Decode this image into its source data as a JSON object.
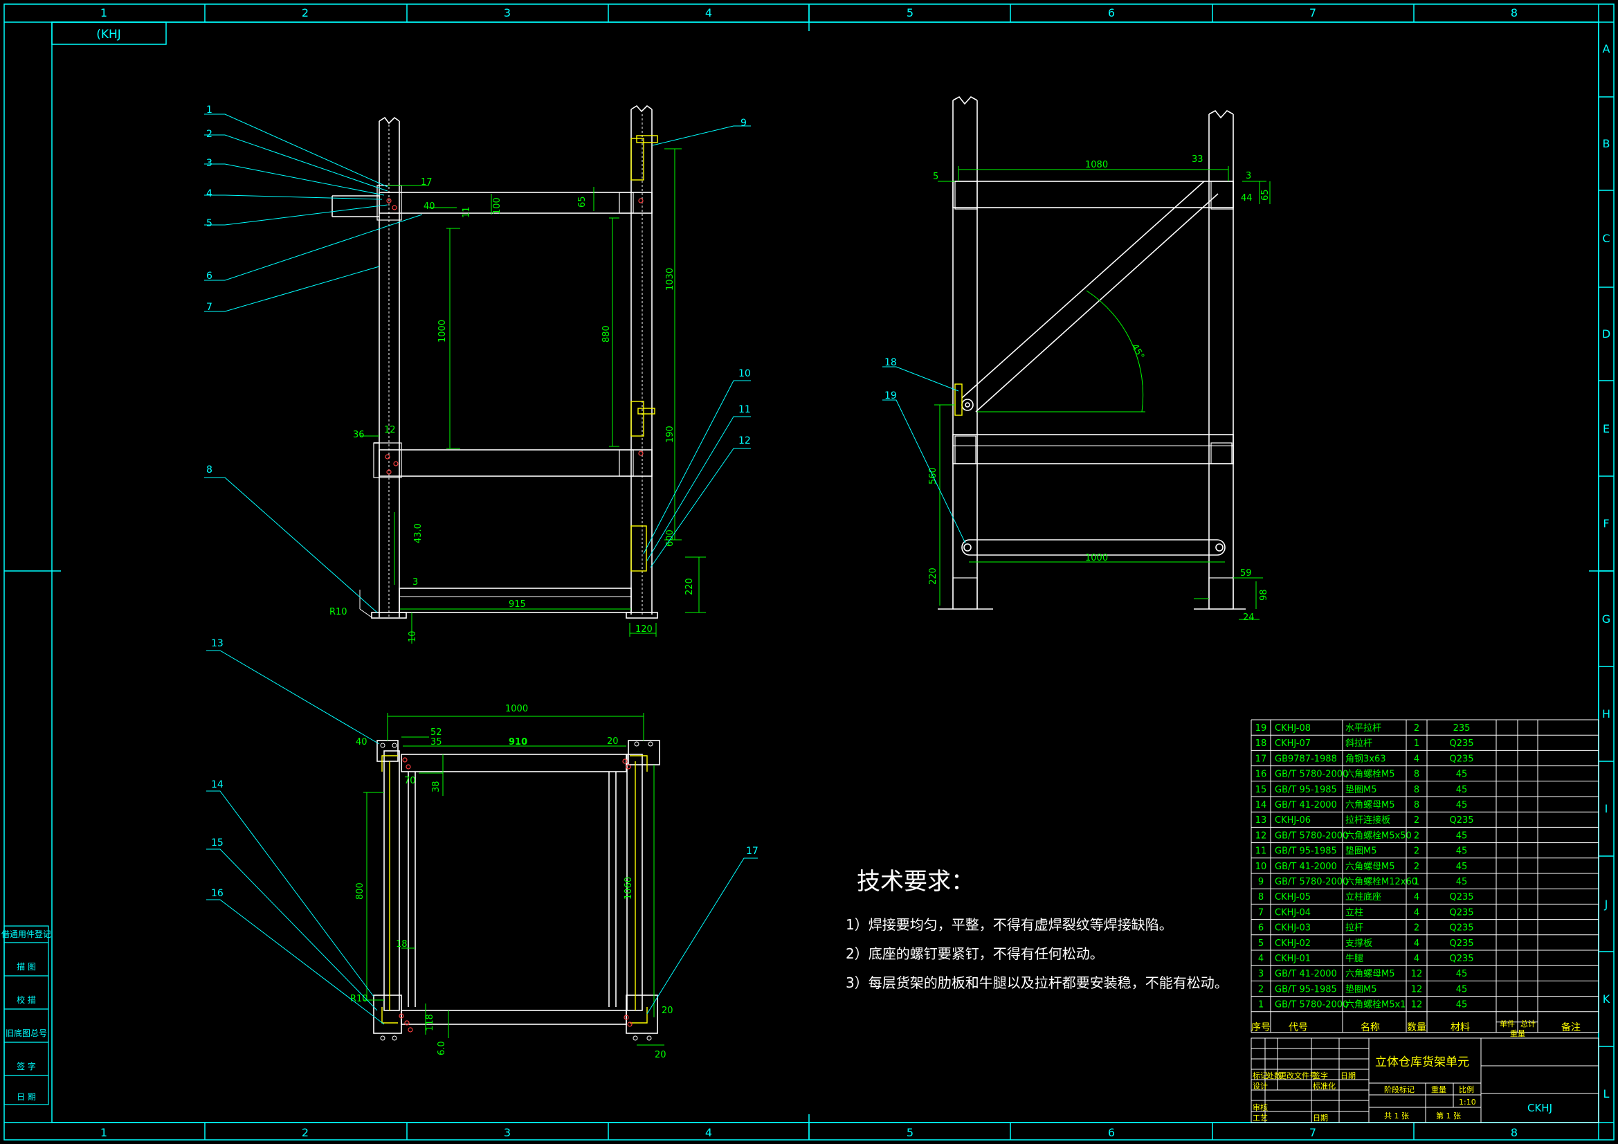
{
  "drawing": {
    "code_mirrored": "(KHJ",
    "code": "CKHJ",
    "title": "立体仓库货架单元",
    "colors": {
      "background": "#000000",
      "frame": "#00FFFF",
      "geometry": "#FFFFFF",
      "dimension": "#00FF00",
      "accent": "#FFFF00",
      "hole": "#FF4040"
    }
  },
  "grid": {
    "columns": [
      "1",
      "2",
      "3",
      "4",
      "5",
      "6",
      "7",
      "8"
    ],
    "rows": [
      "A",
      "B",
      "C",
      "D",
      "E",
      "F",
      "G",
      "H",
      "I",
      "J",
      "K",
      "L"
    ]
  },
  "leaders": {
    "front": [
      "1",
      "2",
      "3",
      "4",
      "5",
      "6",
      "7",
      "8",
      "9",
      "10",
      "11",
      "12"
    ],
    "plan": [
      "13",
      "14",
      "15",
      "16",
      "17"
    ],
    "side": [
      "18",
      "19"
    ]
  },
  "dims": {
    "front": [
      "17",
      "40",
      "11",
      "100",
      "65",
      "1030",
      "1000",
      "880",
      "190",
      "36",
      "12",
      "43.0",
      "3",
      "915",
      "R10",
      "10",
      "120",
      "220",
      "600"
    ],
    "side": [
      "5",
      "1080",
      "33",
      "3",
      "44",
      "65",
      "45°",
      "560",
      "220",
      "1000",
      "59",
      "98",
      "24"
    ],
    "plan": [
      "1000",
      "40",
      "52",
      "35",
      "910",
      "20",
      "70",
      "38",
      "800",
      "1060",
      "18",
      "R10",
      "118",
      "6.0",
      "20",
      "20"
    ]
  },
  "tech": {
    "heading": "技术要求：",
    "items": [
      "1）焊接要均匀，平整，不得有虚焊裂纹等焊接缺陷。",
      "2）底座的螺钉要紧钉，不得有任何松动。",
      "3）每层货架的肋板和牛腿以及拉杆都要安装稳，不能有松动。"
    ]
  },
  "bom": {
    "headers": [
      "序号",
      "代号",
      "名称",
      "数量",
      "材料",
      "单件",
      "总计",
      "备注"
    ],
    "header_weight": "重量",
    "rows": [
      [
        "19",
        "CKHJ-08",
        "水平拉杆",
        "2",
        "235"
      ],
      [
        "18",
        "CKHJ-07",
        "斜拉杆",
        "1",
        "Q235"
      ],
      [
        "17",
        "GB9787-1988",
        "角钢3x63",
        "4",
        "Q235"
      ],
      [
        "16",
        "GB/T 5780-2000",
        "六角螺栓M5",
        "8",
        "45"
      ],
      [
        "15",
        "GB/T 95-1985",
        "垫圈M5",
        "8",
        "45"
      ],
      [
        "14",
        "GB/T 41-2000",
        "六角螺母M5",
        "8",
        "45"
      ],
      [
        "13",
        "CKHJ-06",
        "拉杆连接板",
        "2",
        "Q235"
      ],
      [
        "12",
        "GB/T 5780-2000",
        "六角螺栓M5x50",
        "2",
        "45"
      ],
      [
        "11",
        "GB/T 95-1985",
        "垫圈M5",
        "2",
        "45"
      ],
      [
        "10",
        "GB/T 41-2000",
        "六角螺母M5",
        "2",
        "45"
      ],
      [
        "9",
        "GB/T 5780-2000",
        "六角螺栓M12x60",
        "1",
        "45"
      ],
      [
        "8",
        "CKHJ-05",
        "立柱底座",
        "4",
        "Q235"
      ],
      [
        "7",
        "CKHJ-04",
        "立柱",
        "4",
        "Q235"
      ],
      [
        "6",
        "CKHJ-03",
        "拉杆",
        "2",
        "Q235"
      ],
      [
        "5",
        "CKHJ-02",
        "支撑板",
        "4",
        "Q235"
      ],
      [
        "4",
        "CKHJ-01",
        "牛腿",
        "4",
        "Q235"
      ],
      [
        "3",
        "GB/T 41-2000",
        "六角螺母M5",
        "12",
        "45"
      ],
      [
        "2",
        "GB/T 95-1985",
        "垫圈M5",
        "12",
        "45"
      ],
      [
        "1",
        "GB/T 5780-2000",
        "六角螺栓M5x1",
        "12",
        "45"
      ]
    ]
  },
  "title_block": {
    "rev": [
      "标记",
      "处数",
      "更改文件号",
      "签字",
      "日期"
    ],
    "roles": [
      "设计",
      "审核",
      "工艺",
      "标准化",
      "日期"
    ],
    "stage_label": "阶段标记",
    "weight": "重量",
    "scale": "比例",
    "scale_value": "1:10",
    "sheet_total": "共 1 张",
    "sheet_no": "第 1 张"
  },
  "sidebar": [
    "借通用件登记",
    "描 图",
    "校 描",
    "旧底图总号",
    "签 字",
    "日 期"
  ]
}
